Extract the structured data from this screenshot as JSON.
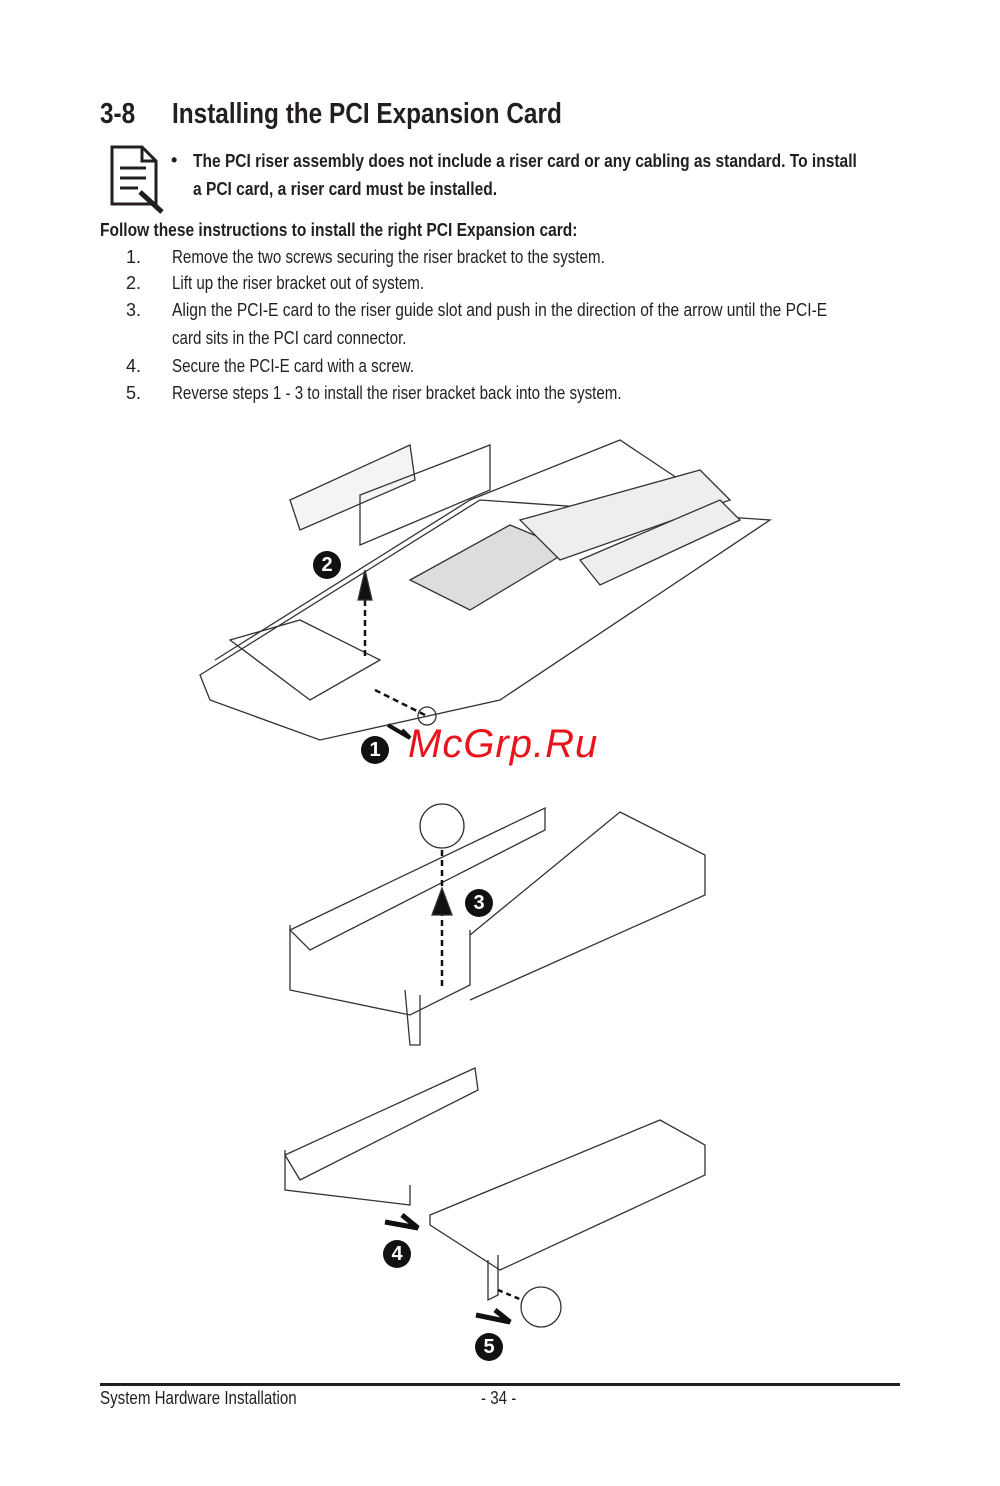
{
  "section": {
    "number": "3-8",
    "title": "Installing the PCI Expansion Card"
  },
  "note": {
    "icon": "note-pencil-icon",
    "bullet": "•",
    "line1": "The PCI riser assembly does not include a riser card or any cabling as standard. To install",
    "line2": "a PCI card, a riser card must be installed."
  },
  "intro": "Follow these instructions to install the right PCI Expansion card:",
  "steps": [
    {
      "n": "1.",
      "text": "Remove the two screws securing the riser bracket to the system."
    },
    {
      "n": "2.",
      "text": "Lift up the riser bracket out of system."
    },
    {
      "n": "3.",
      "text": "Align the PCI-E card to the riser guide slot and push in the direction of the arrow until the PCI-E",
      "text2": "card sits in the PCI card connector."
    },
    {
      "n": "4.",
      "text": "Secure the PCI-E card with a screw."
    },
    {
      "n": "5.",
      "text": "Reverse steps 1 - 3 to install the riser bracket back into the system."
    }
  ],
  "callouts": [
    "1",
    "2",
    "3",
    "4",
    "5"
  ],
  "watermark": "McGrp.Ru",
  "footer": {
    "left": "System Hardware Installation",
    "page": "- 34 -"
  }
}
